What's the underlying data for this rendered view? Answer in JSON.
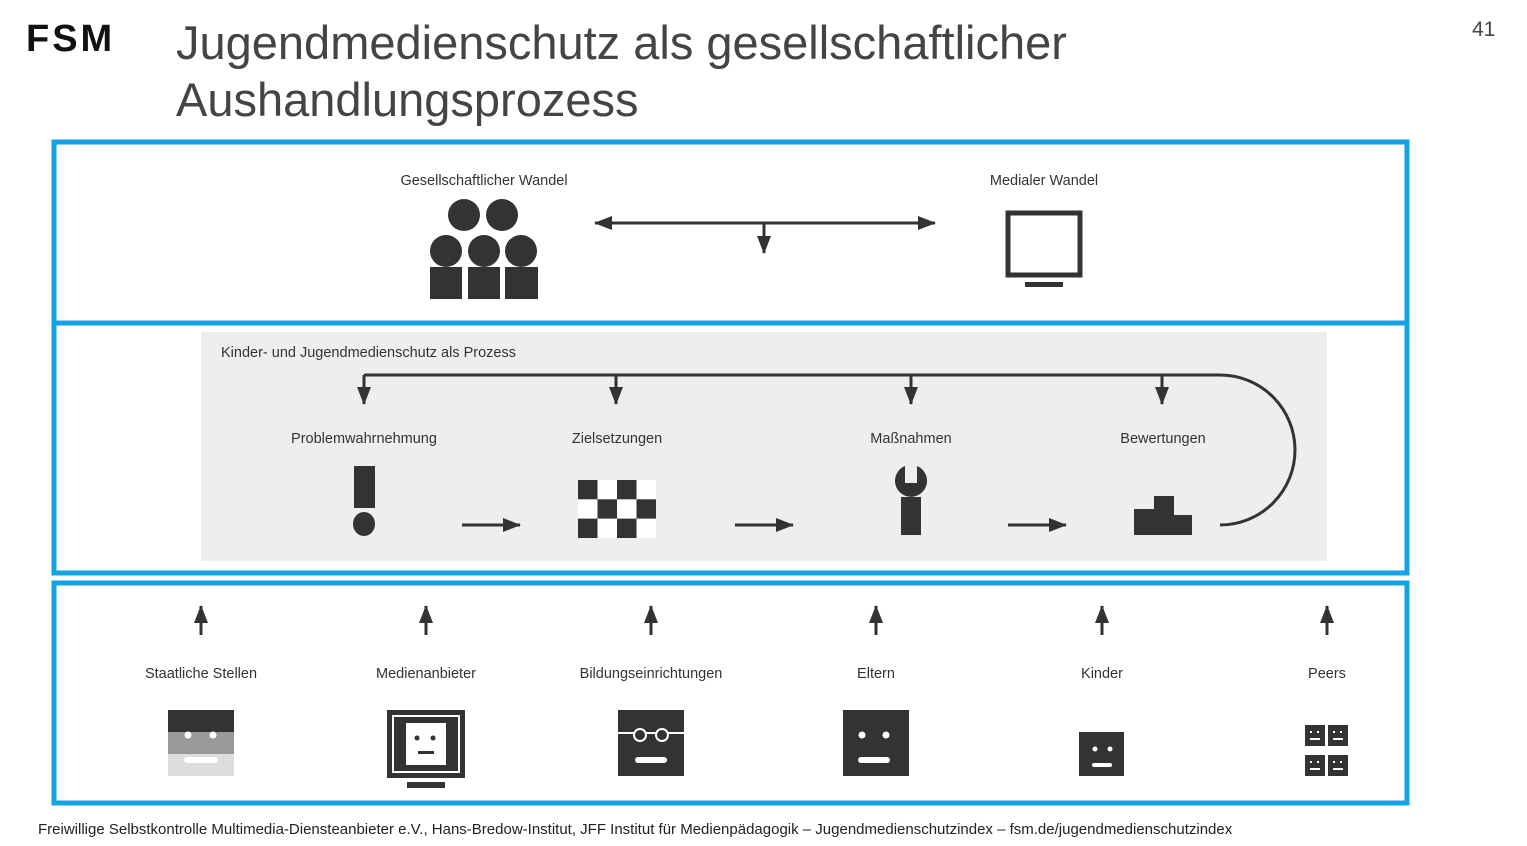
{
  "logo": "FSM",
  "title_line1": "Jugendmedienschutz als gesellschaftlicher",
  "title_line2": "Aushandlungsprozess",
  "page_number": "41",
  "top": {
    "left_label": "Gesellschaftlicher Wandel",
    "right_label": "Medialer Wandel"
  },
  "process": {
    "title": "Kinder- und Jugendmedienschutz als Prozess",
    "steps": [
      "Problemwahrnehmung",
      "Zielsetzungen",
      "Maßnahmen",
      "Bewertungen"
    ]
  },
  "actors": [
    "Staatliche Stellen",
    "Medienanbieter",
    "Bildungseinrichtungen",
    "Eltern",
    "Kinder",
    "Peers"
  ],
  "footer": "Freiwillige Selbstkontrolle Multimedia-Diensteanbieter e.V., Hans-Bredow-Institut, JFF Institut für Medienpädagogik –  Jugendmedienschutzindex – fsm.de/jugendmedienschutzindex",
  "colors": {
    "frame": "#14a3e3",
    "icon": "#333333",
    "panel": "#efeeec"
  }
}
